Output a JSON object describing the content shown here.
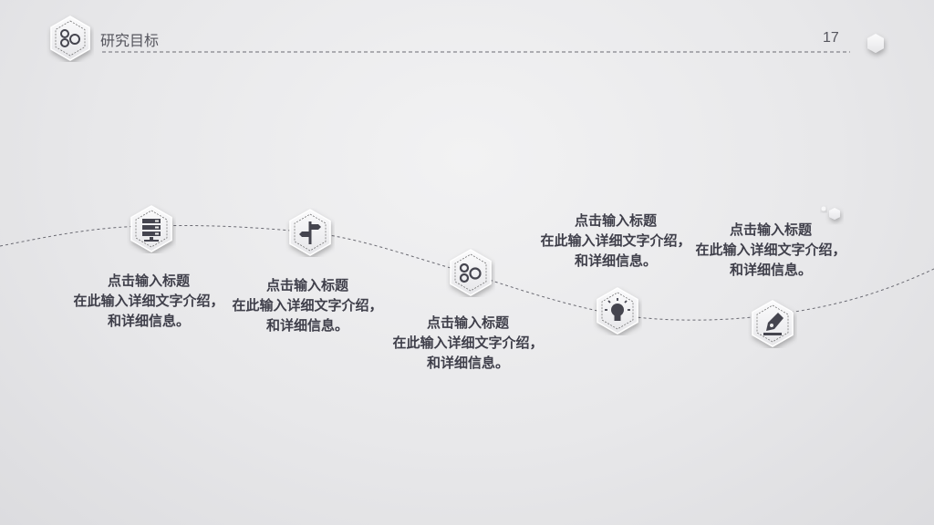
{
  "header": {
    "title": "研究目标",
    "icon": "gears-icon",
    "page_number": "17"
  },
  "steps": [
    {
      "icon": "server-icon",
      "title": "点击输入标题",
      "line1": "在此输入详细文字介绍，",
      "line2": "和详细信息。"
    },
    {
      "icon": "signpost-icon",
      "title": "点击输入标题",
      "line1": "在此输入详细文字介绍，",
      "line2": "和详细信息。"
    },
    {
      "icon": "gears-icon",
      "title": "点击输入标题",
      "line1": "在此输入详细文字介绍，",
      "line2": "和详细信息。"
    },
    {
      "icon": "lightbulb-icon",
      "title": "点击输入标题",
      "line1": "在此输入详细文字介绍，",
      "line2": "和详细信息。"
    },
    {
      "icon": "pen-nib-icon",
      "title": "点击输入标题",
      "line1": "在此输入详细文字介绍，",
      "line2": "和详细信息。"
    }
  ],
  "colors": {
    "background": "#e8e8ea",
    "text": "#3f3f4a",
    "icon": "#45454f"
  }
}
